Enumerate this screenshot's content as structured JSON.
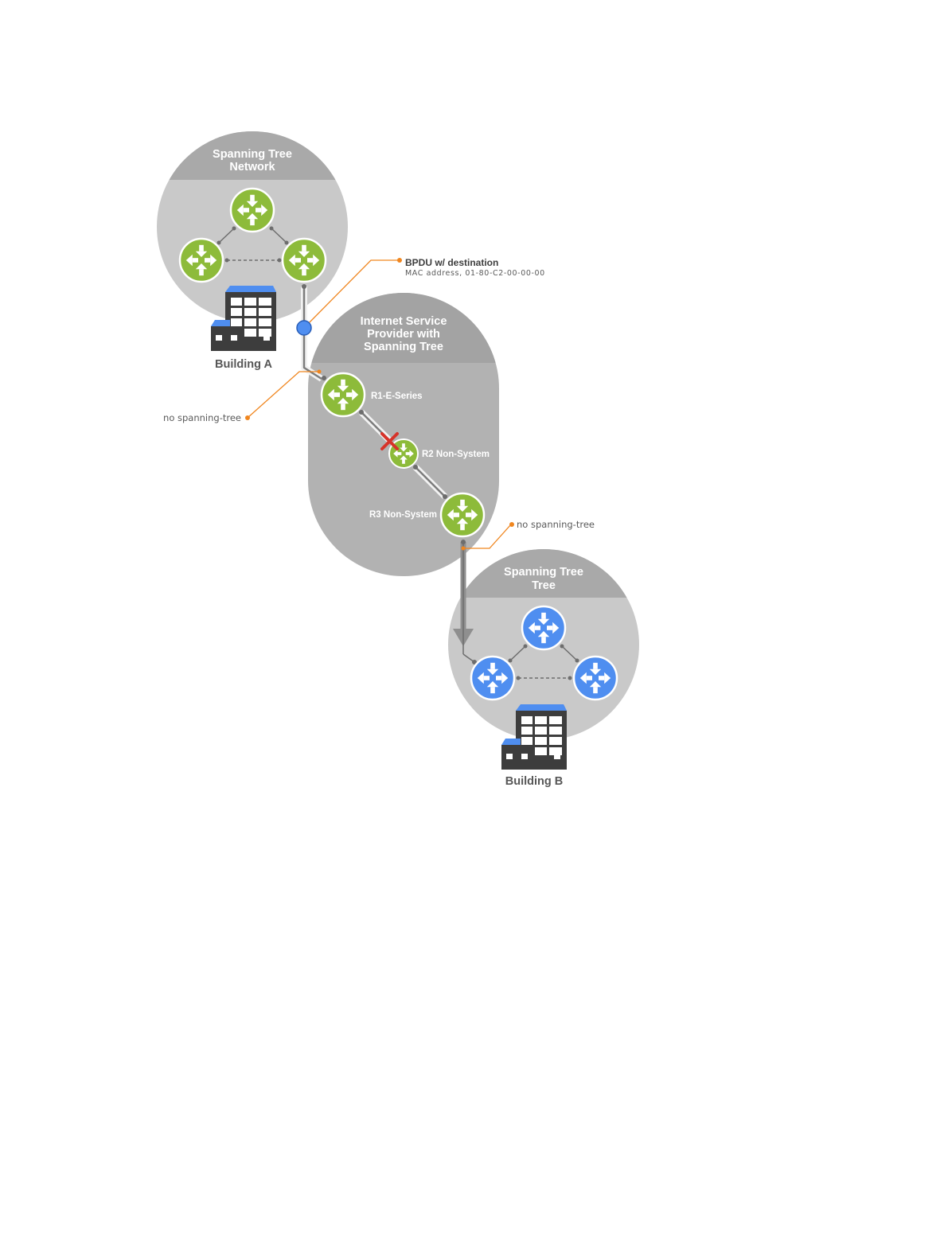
{
  "zones": {
    "network_a": {
      "title_line1": "Spanning Tree",
      "title_line2": "Network"
    },
    "isp": {
      "title_line1": "Internet Service",
      "title_line2": "Provider with",
      "title_line3": "Spanning Tree"
    },
    "network_b": {
      "title_line1": "Spanning Tree",
      "title_line2": "Tree"
    }
  },
  "buildings": {
    "a": {
      "label": "Building A"
    },
    "b": {
      "label": "Building B"
    }
  },
  "routers": {
    "r1": {
      "label": "R1-E-Series"
    },
    "r2": {
      "label": "R2 Non-System"
    },
    "r3": {
      "label": "R3 Non-System"
    }
  },
  "callouts": {
    "bpdu": {
      "line1": "BPDU w/ destination",
      "line2": "MAC address, 01-80-C2-00-00-00"
    },
    "no_stp_left": {
      "label": "no spanning-tree"
    },
    "no_stp_right": {
      "label": "no spanning-tree"
    }
  },
  "colors": {
    "zone_bg": "#c9c9c9",
    "zone_header": "#a9a9a9",
    "isp_bg": "#b2b2b2",
    "router_green": "#8dbb3a",
    "router_blue": "#4f8ef0",
    "callout_orange": "#f0861f",
    "building": "#3d3d3d",
    "link_dark": "#6d6d6d",
    "blocked_x": "#d6332a"
  }
}
